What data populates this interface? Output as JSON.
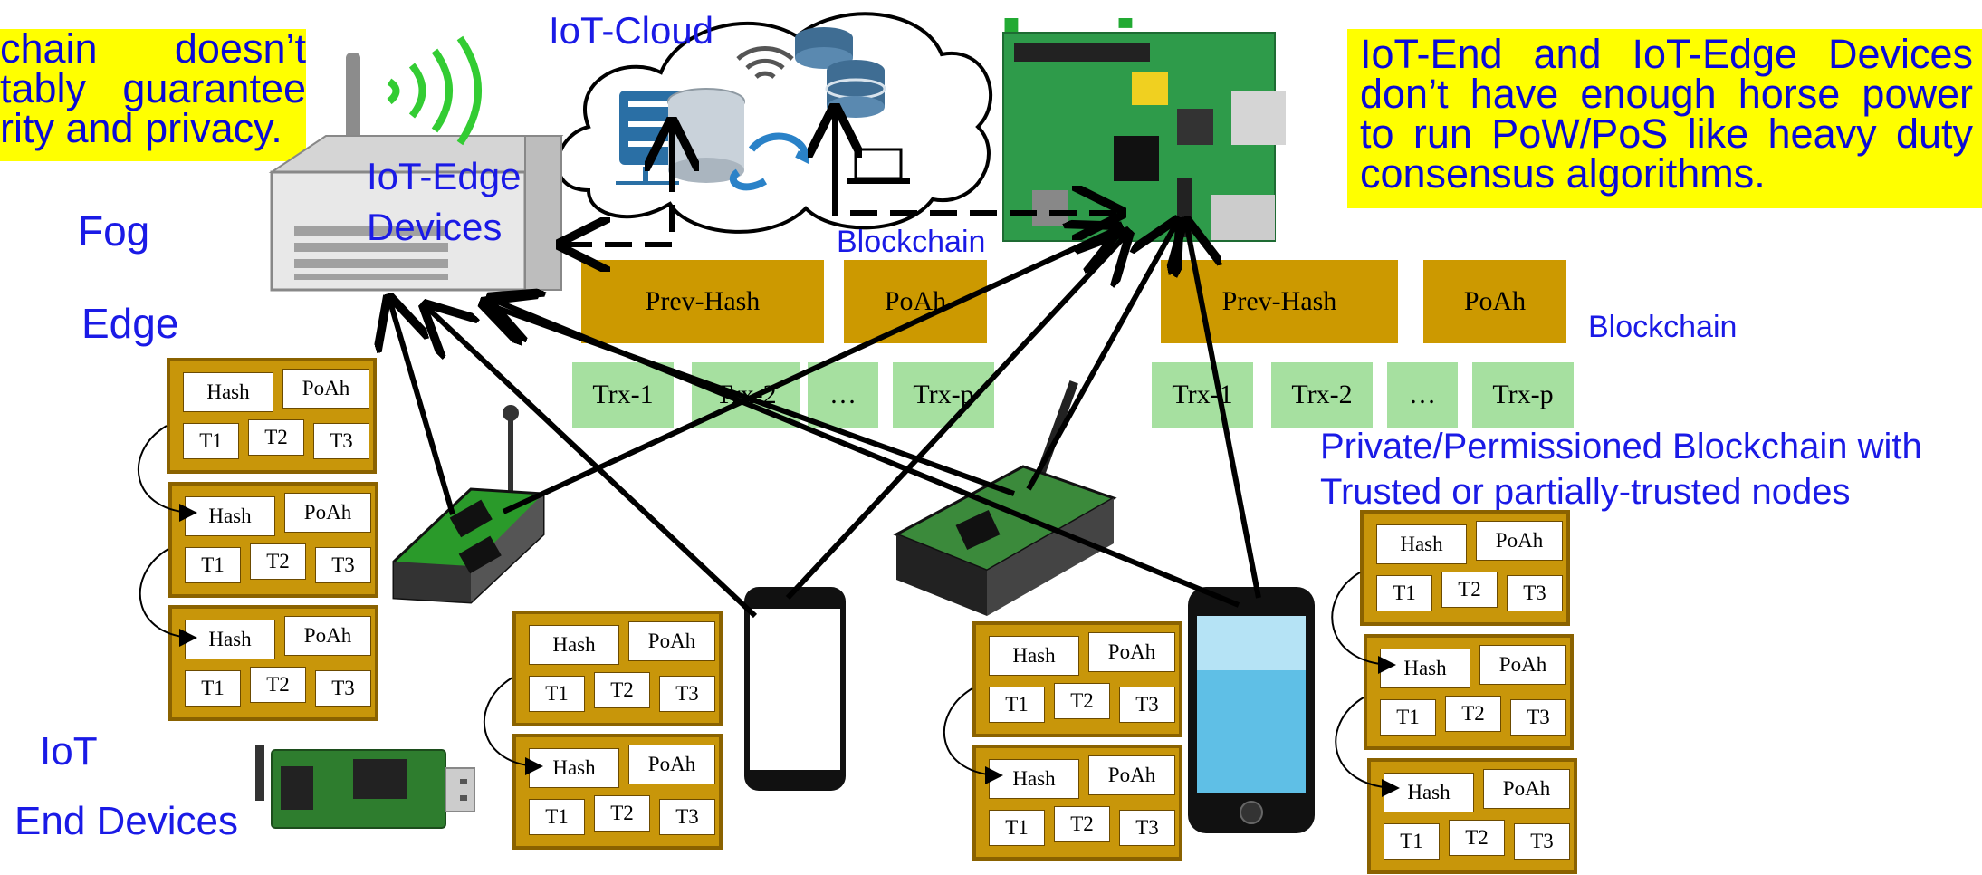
{
  "top_title_fragment": "hain",
  "notes": {
    "left": "chain doesn’t tably guarantee rity and privacy.",
    "right": "IoT-End and IoT-Edge Devices don’t have enough horse power to run PoW/PoS like heavy duty consensus algorithms."
  },
  "labels": {
    "iot_cloud": "IoT-Cloud",
    "iot_edge_devices": "IoT-Edge Devices",
    "fog": "Fog",
    "edge": "Edge",
    "iot": "IoT",
    "end_devices": "End Devices",
    "blockchain_small": "Blockchain",
    "blockchain_right": "Blockchain",
    "private_blockchain": "Private/Permissioned Blockchain with Trusted or partially-trusted nodes"
  },
  "chain_left": {
    "header": [
      "Prev-Hash",
      "PoAh"
    ],
    "trx": [
      "Trx-1",
      "Trx-2",
      "…",
      "Trx-p"
    ]
  },
  "chain_right": {
    "header": [
      "Prev-Hash",
      "PoAh"
    ],
    "trx": [
      "Trx-1",
      "Trx-2",
      "…",
      "Trx-p"
    ]
  },
  "mini_block": {
    "hash": "Hash",
    "poah": "PoAh",
    "t1": "T1",
    "t2": "T2",
    "t3": "T3"
  },
  "colors": {
    "note_bg": "#ffff00",
    "label_blue": "#1a1ae6",
    "block_gold": "#c8960a",
    "trx_green": "#a6e0a0",
    "title_green": "#22aa33"
  },
  "icons": [
    "wifi-router-icon",
    "cloud-icon",
    "server-icon",
    "database-icon",
    "laptop-icon",
    "raspberry-pi-board-icon",
    "sensor-node-icon",
    "smartphone-icon",
    "wireless-board-icon",
    "usb-dongle-icon"
  ]
}
